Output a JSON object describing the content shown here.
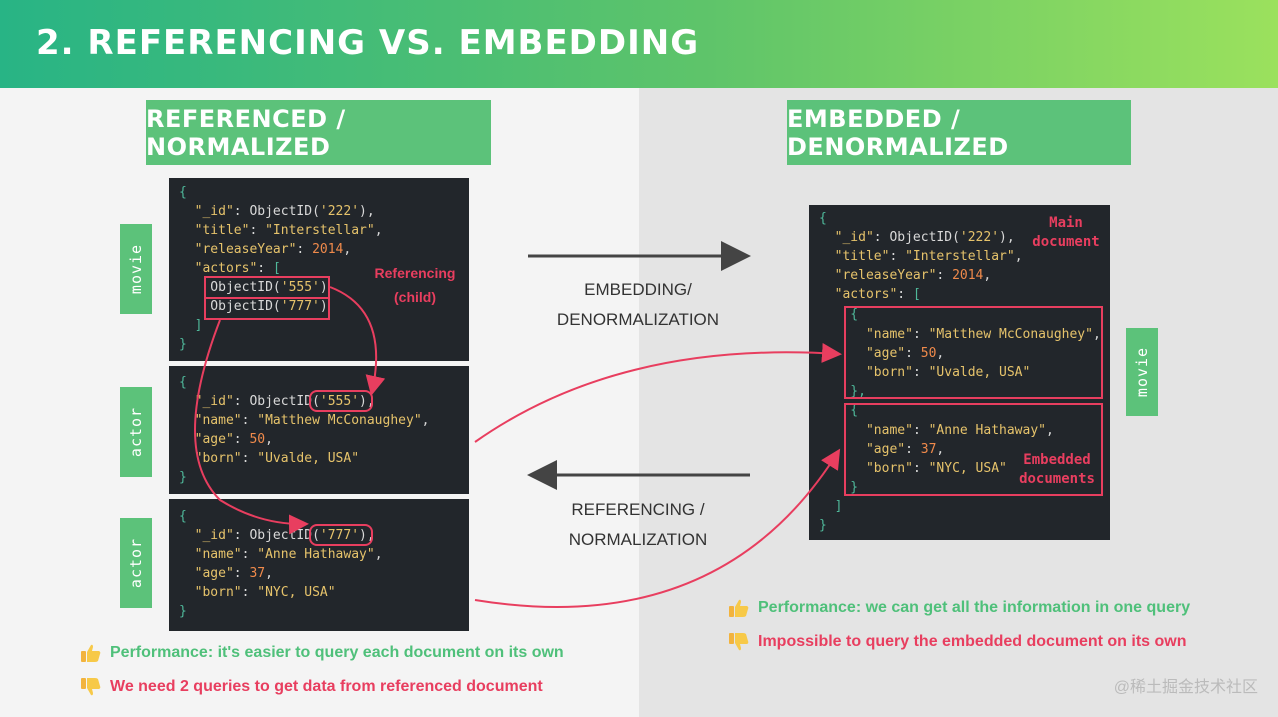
{
  "header": {
    "title": "2. Referencing vs. Embedding"
  },
  "left": {
    "label": "Referenced / Normalized",
    "tag_movie": "movie",
    "tag_actor_1": "actor",
    "tag_actor_2": "actor",
    "movie_lines": [
      "{",
      "  \"_id\": ObjectID('222'),",
      "  \"title\": \"Interstellar\",",
      "  \"releaseYear\": 2014,",
      "  \"actors\": [",
      "    ObjectID('555')",
      "    ObjectID('777')",
      "  ]",
      "}"
    ],
    "actor1_lines": [
      "{",
      "  \"_id\": ObjectID('555'),",
      "  \"name\": \"Matthew McConaughey\",",
      "  \"age\": 50,",
      "  \"born\": \"Uvalde, USA\"",
      "}"
    ],
    "actor2_lines": [
      "{",
      "  \"_id\": ObjectID('777'),",
      "  \"name\": \"Anne Hathaway\",",
      "  \"age\": 37,",
      "  \"born\": \"NYC, USA\"",
      "}"
    ],
    "referencing_label": [
      "Referencing",
      "(child)"
    ],
    "pro": "Performance: it's easier to query each document on its own",
    "con": "We need 2 queries to get data from referenced document"
  },
  "middle": {
    "embedding_label": [
      "EMBEDDING/",
      "DENORMALIZATION"
    ],
    "referencing_label": [
      "REFERENCING /",
      "NORMALIZATION"
    ]
  },
  "right": {
    "label": "Embedded / Denormalized",
    "tag_movie": "movie",
    "main_doc_label": [
      "Main",
      "document"
    ],
    "embedded_docs_label": [
      "Embedded",
      "documents"
    ],
    "lines": [
      "{",
      "  \"_id\": ObjectID('222'),",
      "  \"title\": \"Interstellar\",",
      "  \"releaseYear\": 2014,",
      "  \"actors\": [",
      "    {",
      "      \"name\": \"Matthew McConaughey\",",
      "      \"age\": 50,",
      "      \"born\": \"Uvalde, USA\"",
      "    },",
      "    {",
      "      \"name\": \"Anne Hathaway\",",
      "      \"age\": 37,",
      "      \"born\": \"NYC, USA\"",
      "    }",
      "  ]",
      "}"
    ],
    "pro": "Performance: we can get all the information in one query",
    "con": "Impossible to query the embedded document on its own"
  },
  "watermark": "@稀土掘金技术社区",
  "colors": {
    "green": "#5cc27a",
    "red": "#e83e5f",
    "code_bg": "#22262b"
  }
}
